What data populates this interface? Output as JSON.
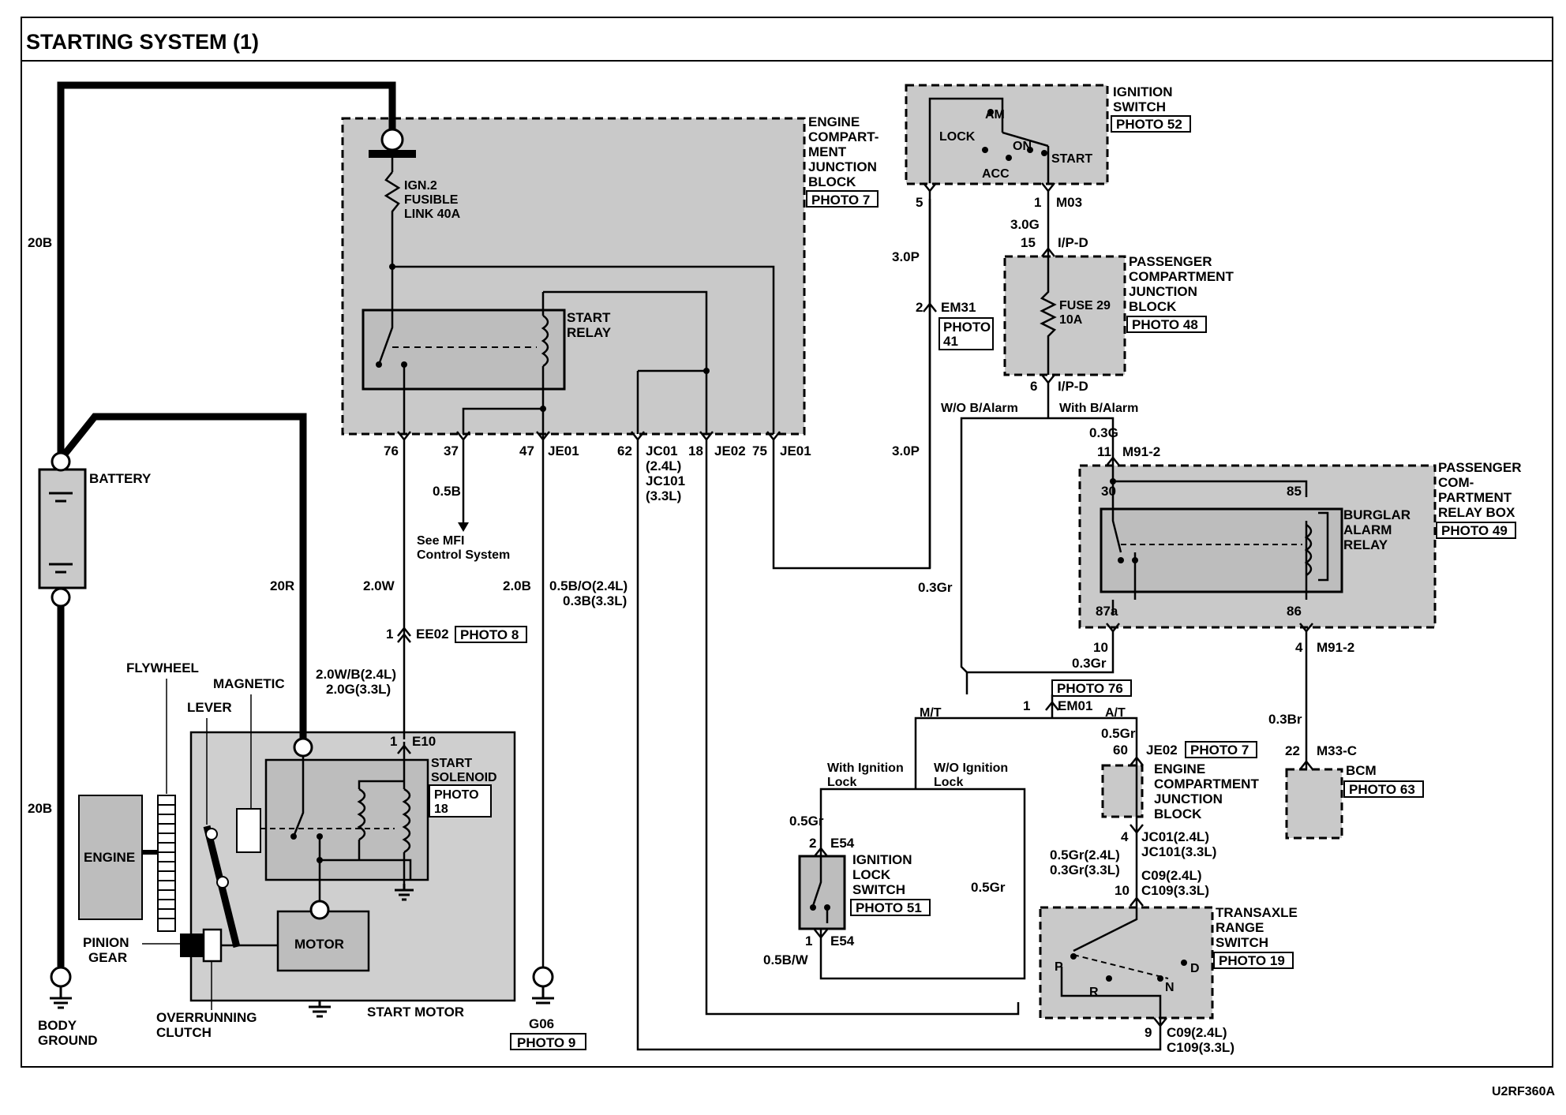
{
  "title": "STARTING SYSTEM (1)",
  "diagram_id": "U2RF360A",
  "battery": {
    "label": "BATTERY"
  },
  "ground": {
    "body": [
      "BODY",
      "GROUND"
    ],
    "g06": "G06",
    "g06_photo": "PHOTO 9"
  },
  "engine_block": {
    "label": [
      "ENGINE",
      "COMPART-",
      "MENT",
      "JUNCTION",
      "BLOCK"
    ],
    "photo": "PHOTO 7",
    "fusible_link": [
      "IGN.2",
      "FUSIBLE",
      "LINK 40A"
    ],
    "start_relay": [
      "START",
      "RELAY"
    ],
    "terminals": {
      "t76": "76",
      "t37": "37",
      "t47": "47",
      "je01a": "JE01",
      "t62": "62",
      "jc01": "JC01",
      "jc01v": "(2.4L)",
      "jc101": "JC101",
      "jc101v": "(3.3L)",
      "t18": "18",
      "je02": "JE02",
      "t75": "75",
      "je01b": "JE01"
    }
  },
  "wires": {
    "w20b_top": "20B",
    "w20b_bot": "20B",
    "w20r": "20R",
    "w05b": "0.5B",
    "w20w": "2.0W",
    "w20b": "2.0B",
    "w05bo": "0.5B/O(2.4L)",
    "w03b": "0.3B(3.3L)",
    "w20wb": "2.0W/B(2.4L)",
    "w20g": "2.0G(3.3L)",
    "w30p_a": "3.0P",
    "w30p_b": "3.0P",
    "w30g": "3.0G",
    "w03g": "0.3G",
    "w03gr_a": "0.3Gr",
    "w03gr_b": "0.3Gr",
    "w03br": "0.3Br",
    "w05gr_a": "0.5Gr",
    "w05gr_b": "0.5Gr",
    "w05gr_c": "0.5Gr",
    "w05gr24": "0.5Gr(2.4L)",
    "w03gr33": "0.3Gr(3.3L)",
    "w05bw": "0.5B/W"
  },
  "mfi_note": [
    "See MFI",
    "Control System"
  ],
  "connectors": {
    "ee02": "EE02",
    "ee02_pin": "1",
    "ee02_photo": "PHOTO 8",
    "e10": "E10",
    "e10_pin": "1",
    "em31": "EM31",
    "em31_pin": "2",
    "em31_photo": "PHOTO",
    "em31_photo2": "41",
    "ign_pin5": "5",
    "m03": "M03",
    "m03_pin": "1",
    "ipd_top": "I/P-D",
    "ipd_top_pin": "15",
    "ipd_bot": "I/P-D",
    "ipd_bot_pin": "6",
    "m91a": "M91-2",
    "m91a_pin": "11",
    "m91b": "M91-2",
    "m91b_pin": "4",
    "em01": "EM01",
    "em01_pin": "1",
    "em01_photo": "PHOTO 76",
    "je02b": "JE02",
    "je02b_pin": "60",
    "je02b_photo": "PHOTO 7",
    "jc01b": "JC01(2.4L)",
    "jc101b": "JC101(3.3L)",
    "jc01b_pin": "4",
    "c09a": "C09(2.4L)",
    "c109a": "C109(3.3L)",
    "c09a_pin": "10",
    "c09b": "C09(2.4L)",
    "c109b": "C109(3.3L)",
    "c09b_pin": "9",
    "e54a": "E54",
    "e54a_pin": "2",
    "e54b": "E54",
    "e54b_pin": "1",
    "m33c": "M33-C",
    "m33c_pin": "22",
    "r30": "30",
    "r85": "85",
    "r87a": "87a",
    "r86": "86",
    "p10": "10"
  },
  "ignition_switch": {
    "label": [
      "IGNITION",
      "SWITCH"
    ],
    "photo": "PHOTO 52",
    "am": "AM",
    "lock": "LOCK",
    "on": "ON",
    "acc": "ACC",
    "start": "START"
  },
  "passenger_jb": {
    "label": [
      "PASSENGER",
      "COMPARTMENT",
      "JUNCTION",
      "BLOCK"
    ],
    "photo": "PHOTO 48",
    "fuse": [
      "FUSE 29",
      "10A"
    ]
  },
  "alarm": {
    "without": "W/O B/Alarm",
    "with": "With B/Alarm"
  },
  "relay_box": {
    "label": [
      "PASSENGER",
      "COM-",
      "PARTMENT",
      "RELAY BOX"
    ],
    "photo": "PHOTO 49",
    "relay": [
      "BURGLAR",
      "ALARM",
      "RELAY"
    ]
  },
  "mt": "M/T",
  "at": "A/T",
  "ign_lock_opts": {
    "with": [
      "With Ignition",
      "Lock"
    ],
    "without": [
      "W/O Ignition",
      "Lock"
    ]
  },
  "ign_lock_switch": {
    "label": [
      "IGNITION",
      "LOCK",
      "SWITCH"
    ],
    "photo": "PHOTO 51"
  },
  "engine_jb2": {
    "label": [
      "ENGINE",
      "COMPARTMENT",
      "JUNCTION",
      "BLOCK"
    ]
  },
  "bcm": {
    "label": "BCM",
    "photo": "PHOTO 63"
  },
  "transaxle": {
    "label": [
      "TRANSAXLE",
      "RANGE",
      "SWITCH"
    ],
    "photo": "PHOTO 19",
    "p": "P",
    "r": "R",
    "n": "N",
    "d": "D"
  },
  "start_motor": {
    "label": "START MOTOR",
    "solenoid": [
      "START",
      "SOLENOID"
    ],
    "solenoid_photo": [
      "PHOTO",
      "18"
    ],
    "motor": "MOTOR",
    "engine": "ENGINE"
  },
  "callouts": {
    "flywheel": "FLYWHEEL",
    "magnetic": "MAGNETIC",
    "lever": "LEVER",
    "pinion": [
      "PINION",
      "GEAR"
    ],
    "clutch": [
      "OVERRUNNING",
      "CLUTCH"
    ]
  }
}
